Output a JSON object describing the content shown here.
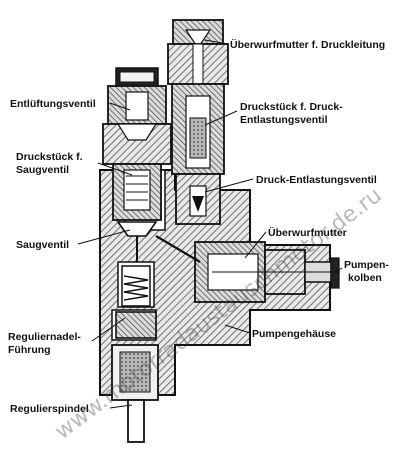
{
  "diagram": {
    "labels": {
      "ueberwurfmutter_druckleitung": "Überwurfmutter f. Druckleitung",
      "entlueftungsventil": "Entlüftungsventil",
      "druckstueck_entlastungsventil_1": "Druckstück f. Druck-",
      "druckstueck_entlastungsventil_2": "Entlastungsventil",
      "druckstueck_saugventil_1": "Druckstück f.",
      "druckstueck_saugventil_2": "Saugventil",
      "druck_entlastungsventil": "Druck-Entlastungsventil",
      "saugventil": "Saugventil",
      "ueberwurfmutter": "Überwurfmutter",
      "pumpenkolben_1": "Pumpen-",
      "pumpenkolben_2": "kolben",
      "regulier_fuehrung_1": "Reguliernadel-",
      "regulier_fuehrung_2": "Führung",
      "pumpengehaeuse": "Pumpengehäuse",
      "regulierspindel": "Regulierspindel"
    },
    "watermark": "www.motorradaustauschmotor.de.ru",
    "colors": {
      "ink": "#111111",
      "hatch": "#555555",
      "background": "#ffffff"
    }
  }
}
